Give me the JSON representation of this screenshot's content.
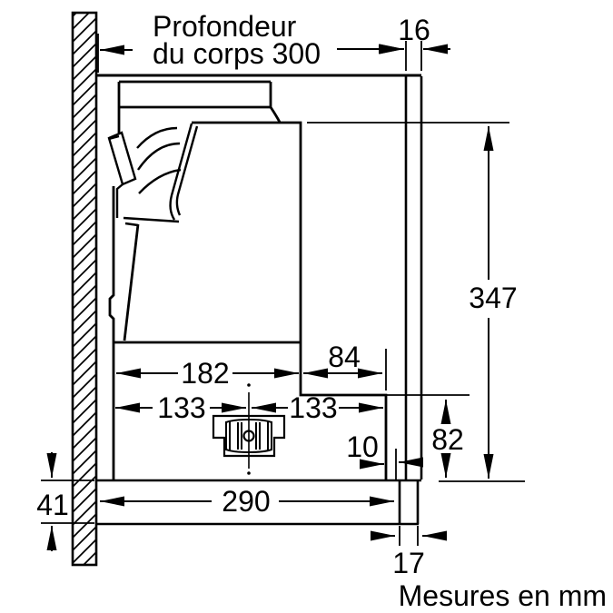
{
  "diagram": {
    "unit_note": "Mesures en mm",
    "depth_label": {
      "line1": "Profondeur",
      "line2": "du corps 300"
    },
    "dims": {
      "body_depth": "300",
      "panel_thickness_16": "16",
      "height_347": "347",
      "width_182": "182",
      "width_84": "84",
      "center_133_left": "133",
      "center_133_right": "133",
      "gap_10": "10",
      "height_82": "82",
      "visor_height_41": "41",
      "depth_290": "290",
      "visor_thickness_17": "17"
    },
    "colors": {
      "line": "#000000",
      "background": "#ffffff"
    }
  }
}
